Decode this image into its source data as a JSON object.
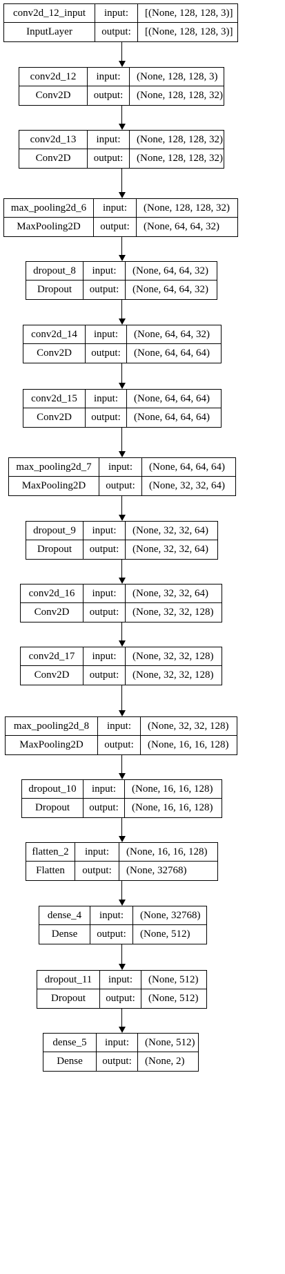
{
  "labels": {
    "input": "input:",
    "output": "output:"
  },
  "layers": [
    {
      "name": "conv2d_12_input",
      "type": "InputLayer",
      "input": "[(None, 128, 128, 3)]",
      "output": "[(None, 128, 128, 3)]"
    },
    {
      "name": "conv2d_12",
      "type": "Conv2D",
      "input": "(None, 128, 128, 3)",
      "output": "(None, 128, 128, 32)"
    },
    {
      "name": "conv2d_13",
      "type": "Conv2D",
      "input": "(None, 128, 128, 32)",
      "output": "(None, 128, 128, 32)"
    },
    {
      "name": "max_pooling2d_6",
      "type": "MaxPooling2D",
      "input": "(None, 128, 128, 32)",
      "output": "(None, 64, 64, 32)"
    },
    {
      "name": "dropout_8",
      "type": "Dropout",
      "input": "(None, 64, 64, 32)",
      "output": "(None, 64, 64, 32)"
    },
    {
      "name": "conv2d_14",
      "type": "Conv2D",
      "input": "(None, 64, 64, 32)",
      "output": "(None, 64, 64, 64)"
    },
    {
      "name": "conv2d_15",
      "type": "Conv2D",
      "input": "(None, 64, 64, 64)",
      "output": "(None, 64, 64, 64)"
    },
    {
      "name": "max_pooling2d_7",
      "type": "MaxPooling2D",
      "input": "(None, 64, 64, 64)",
      "output": "(None, 32, 32, 64)"
    },
    {
      "name": "dropout_9",
      "type": "Dropout",
      "input": "(None, 32, 32, 64)",
      "output": "(None, 32, 32, 64)"
    },
    {
      "name": "conv2d_16",
      "type": "Conv2D",
      "input": "(None, 32, 32, 64)",
      "output": "(None, 32, 32, 128)"
    },
    {
      "name": "conv2d_17",
      "type": "Conv2D",
      "input": "(None, 32, 32, 128)",
      "output": "(None, 32, 32, 128)"
    },
    {
      "name": "max_pooling2d_8",
      "type": "MaxPooling2D",
      "input": "(None, 32, 32, 128)",
      "output": "(None, 16, 16, 128)"
    },
    {
      "name": "dropout_10",
      "type": "Dropout",
      "input": "(None, 16, 16, 128)",
      "output": "(None, 16, 16, 128)"
    },
    {
      "name": "flatten_2",
      "type": "Flatten",
      "input": "(None, 16, 16, 128)",
      "output": "(None, 32768)"
    },
    {
      "name": "dense_4",
      "type": "Dense",
      "input": "(None, 32768)",
      "output": "(None, 512)"
    },
    {
      "name": "dropout_11",
      "type": "Dropout",
      "input": "(None, 512)",
      "output": "(None, 512)"
    },
    {
      "name": "dense_5",
      "type": "Dense",
      "input": "(None, 512)",
      "output": "(None, 2)"
    }
  ]
}
